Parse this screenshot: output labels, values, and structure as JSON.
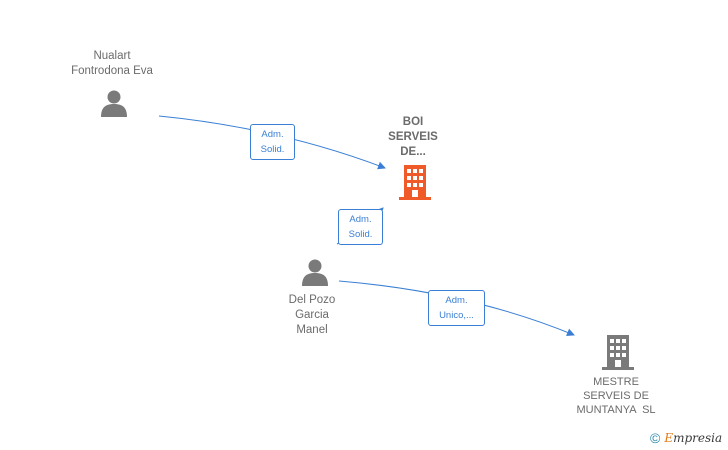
{
  "nodes": {
    "person_nualart": {
      "lines": [
        "Nualart",
        "Fontrodona Eva"
      ],
      "icon": "person-icon"
    },
    "company_boi": {
      "lines": [
        "BOI",
        "SERVEIS",
        "DE..."
      ],
      "icon": "building-icon",
      "color": "#f05a28"
    },
    "person_delpozo": {
      "lines": [
        "Del Pozo",
        "Garcia",
        "Manel"
      ],
      "icon": "person-icon"
    },
    "company_mestre": {
      "lines": [
        "MESTRE",
        "SERVEIS DE",
        "MUNTANYA  SL"
      ],
      "icon": "building-icon",
      "color": "#7a7a7a"
    }
  },
  "edges": [
    {
      "label_lines": [
        "Adm.",
        "Solid."
      ]
    },
    {
      "label_lines": [
        "Adm.",
        "Solid."
      ]
    },
    {
      "label_lines": [
        "Adm.",
        "Unico,..."
      ]
    }
  ],
  "colors": {
    "edge": "#3a7fd5",
    "person": "#7a7a7a"
  },
  "watermark": {
    "symbol": "©",
    "brand_first": "E",
    "brand_rest": "mpresia"
  }
}
